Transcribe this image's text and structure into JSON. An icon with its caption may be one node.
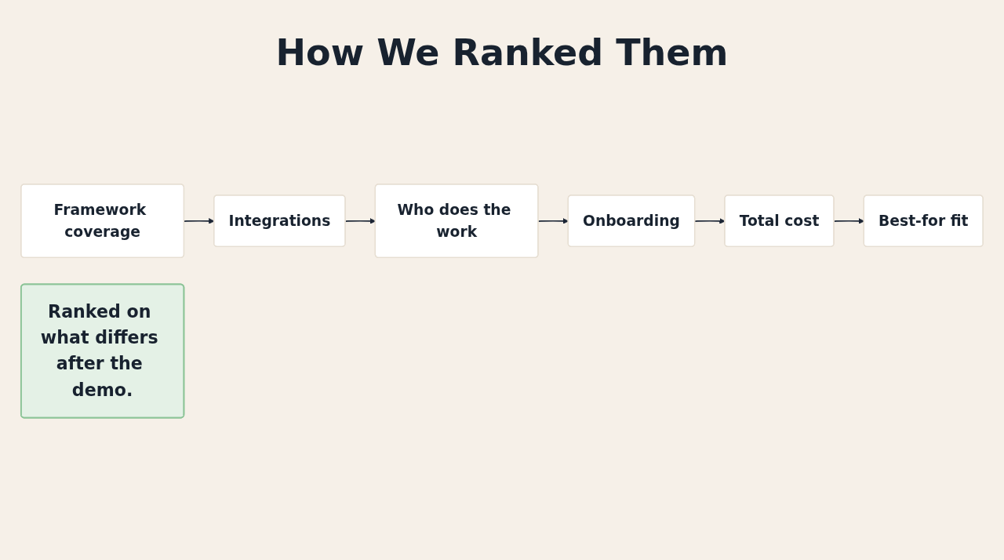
{
  "diagram": {
    "title": "How We Ranked Them",
    "nodes": [
      {
        "text": [
          "Framework coverage"
        ]
      },
      {
        "text": [
          "Integrations"
        ]
      },
      {
        "text": [
          "Who does the work"
        ]
      },
      {
        "text": [
          "Onboarding"
        ]
      },
      {
        "text": [
          "Total cost"
        ]
      },
      {
        "text": [
          "Best-for fit"
        ]
      },
      {
        "text": [
          "Ranked on what differs after the demo."
        ]
      }
    ],
    "edges": [
      {
        "from": 0,
        "to": 1,
        "arrow": "to"
      },
      {
        "from": 1,
        "to": 2,
        "arrow": "to"
      },
      {
        "from": 2,
        "to": 3,
        "arrow": "to"
      },
      {
        "from": 3,
        "to": 4,
        "arrow": "to"
      },
      {
        "from": 4,
        "to": 5,
        "arrow": "to"
      }
    ]
  }
}
